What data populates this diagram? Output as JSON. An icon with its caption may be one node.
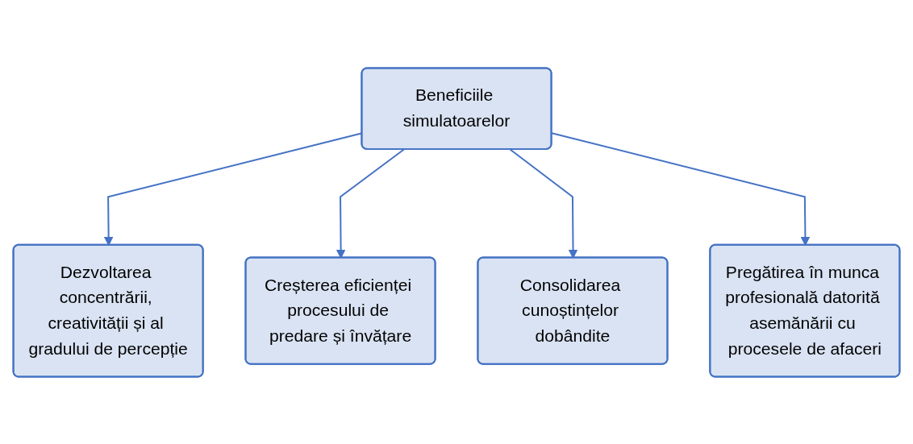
{
  "diagram": {
    "nodes": [
      {
        "text": [
          "Beneficiile simulatoarelor"
        ]
      },
      {
        "text": [
          "Dezvoltarea concentrării, creativității și al gradului de percepție"
        ]
      },
      {
        "text": [
          "Creșterea eficienței procesului de predare și învățare"
        ]
      },
      {
        "text": [
          "Consolidarea cunoștințelor dobândite"
        ]
      },
      {
        "text": [
          "Pregătirea în munca profesională datorită asemănării cu procesele de afaceri"
        ]
      }
    ],
    "edges": [
      {
        "from": 0,
        "to": 1,
        "arrow": "to"
      },
      {
        "from": 0,
        "to": 2,
        "arrow": "to"
      },
      {
        "from": 0,
        "to": 3,
        "arrow": "to"
      },
      {
        "from": 0,
        "to": 4,
        "arrow": "to"
      }
    ]
  }
}
